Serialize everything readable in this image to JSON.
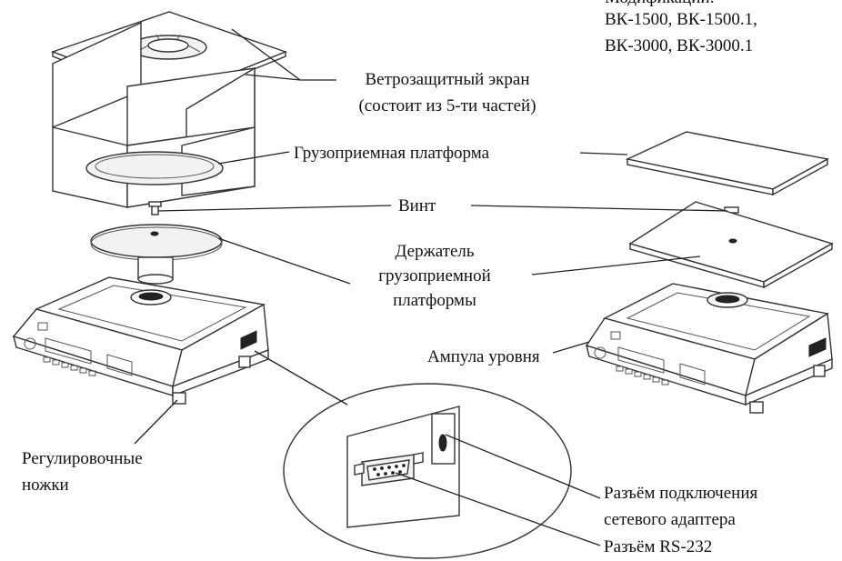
{
  "header": {
    "models_title_partial": "Модификации:",
    "models_line1": "ВК-1500, ВК-1500.1,",
    "models_line2": "ВК-3000, ВК-3000.1"
  },
  "labels": {
    "wind_screen_line1": "Ветрозащитный экран",
    "wind_screen_line2": "(состоит из 5-ти частей)",
    "platform": "Грузоприемная платформа",
    "screw": "Винт",
    "holder_line1": "Держатель",
    "holder_line2": "грузоприемной",
    "holder_line3": "платформы",
    "level_ampoule": "Ампула уровня",
    "feet_line1": "Регулировочные",
    "feet_line2": "ножки",
    "adapter_line1": "Разъём подключения",
    "adapter_line2": "сетевого адаптера",
    "rs232": "Разъём RS-232"
  }
}
